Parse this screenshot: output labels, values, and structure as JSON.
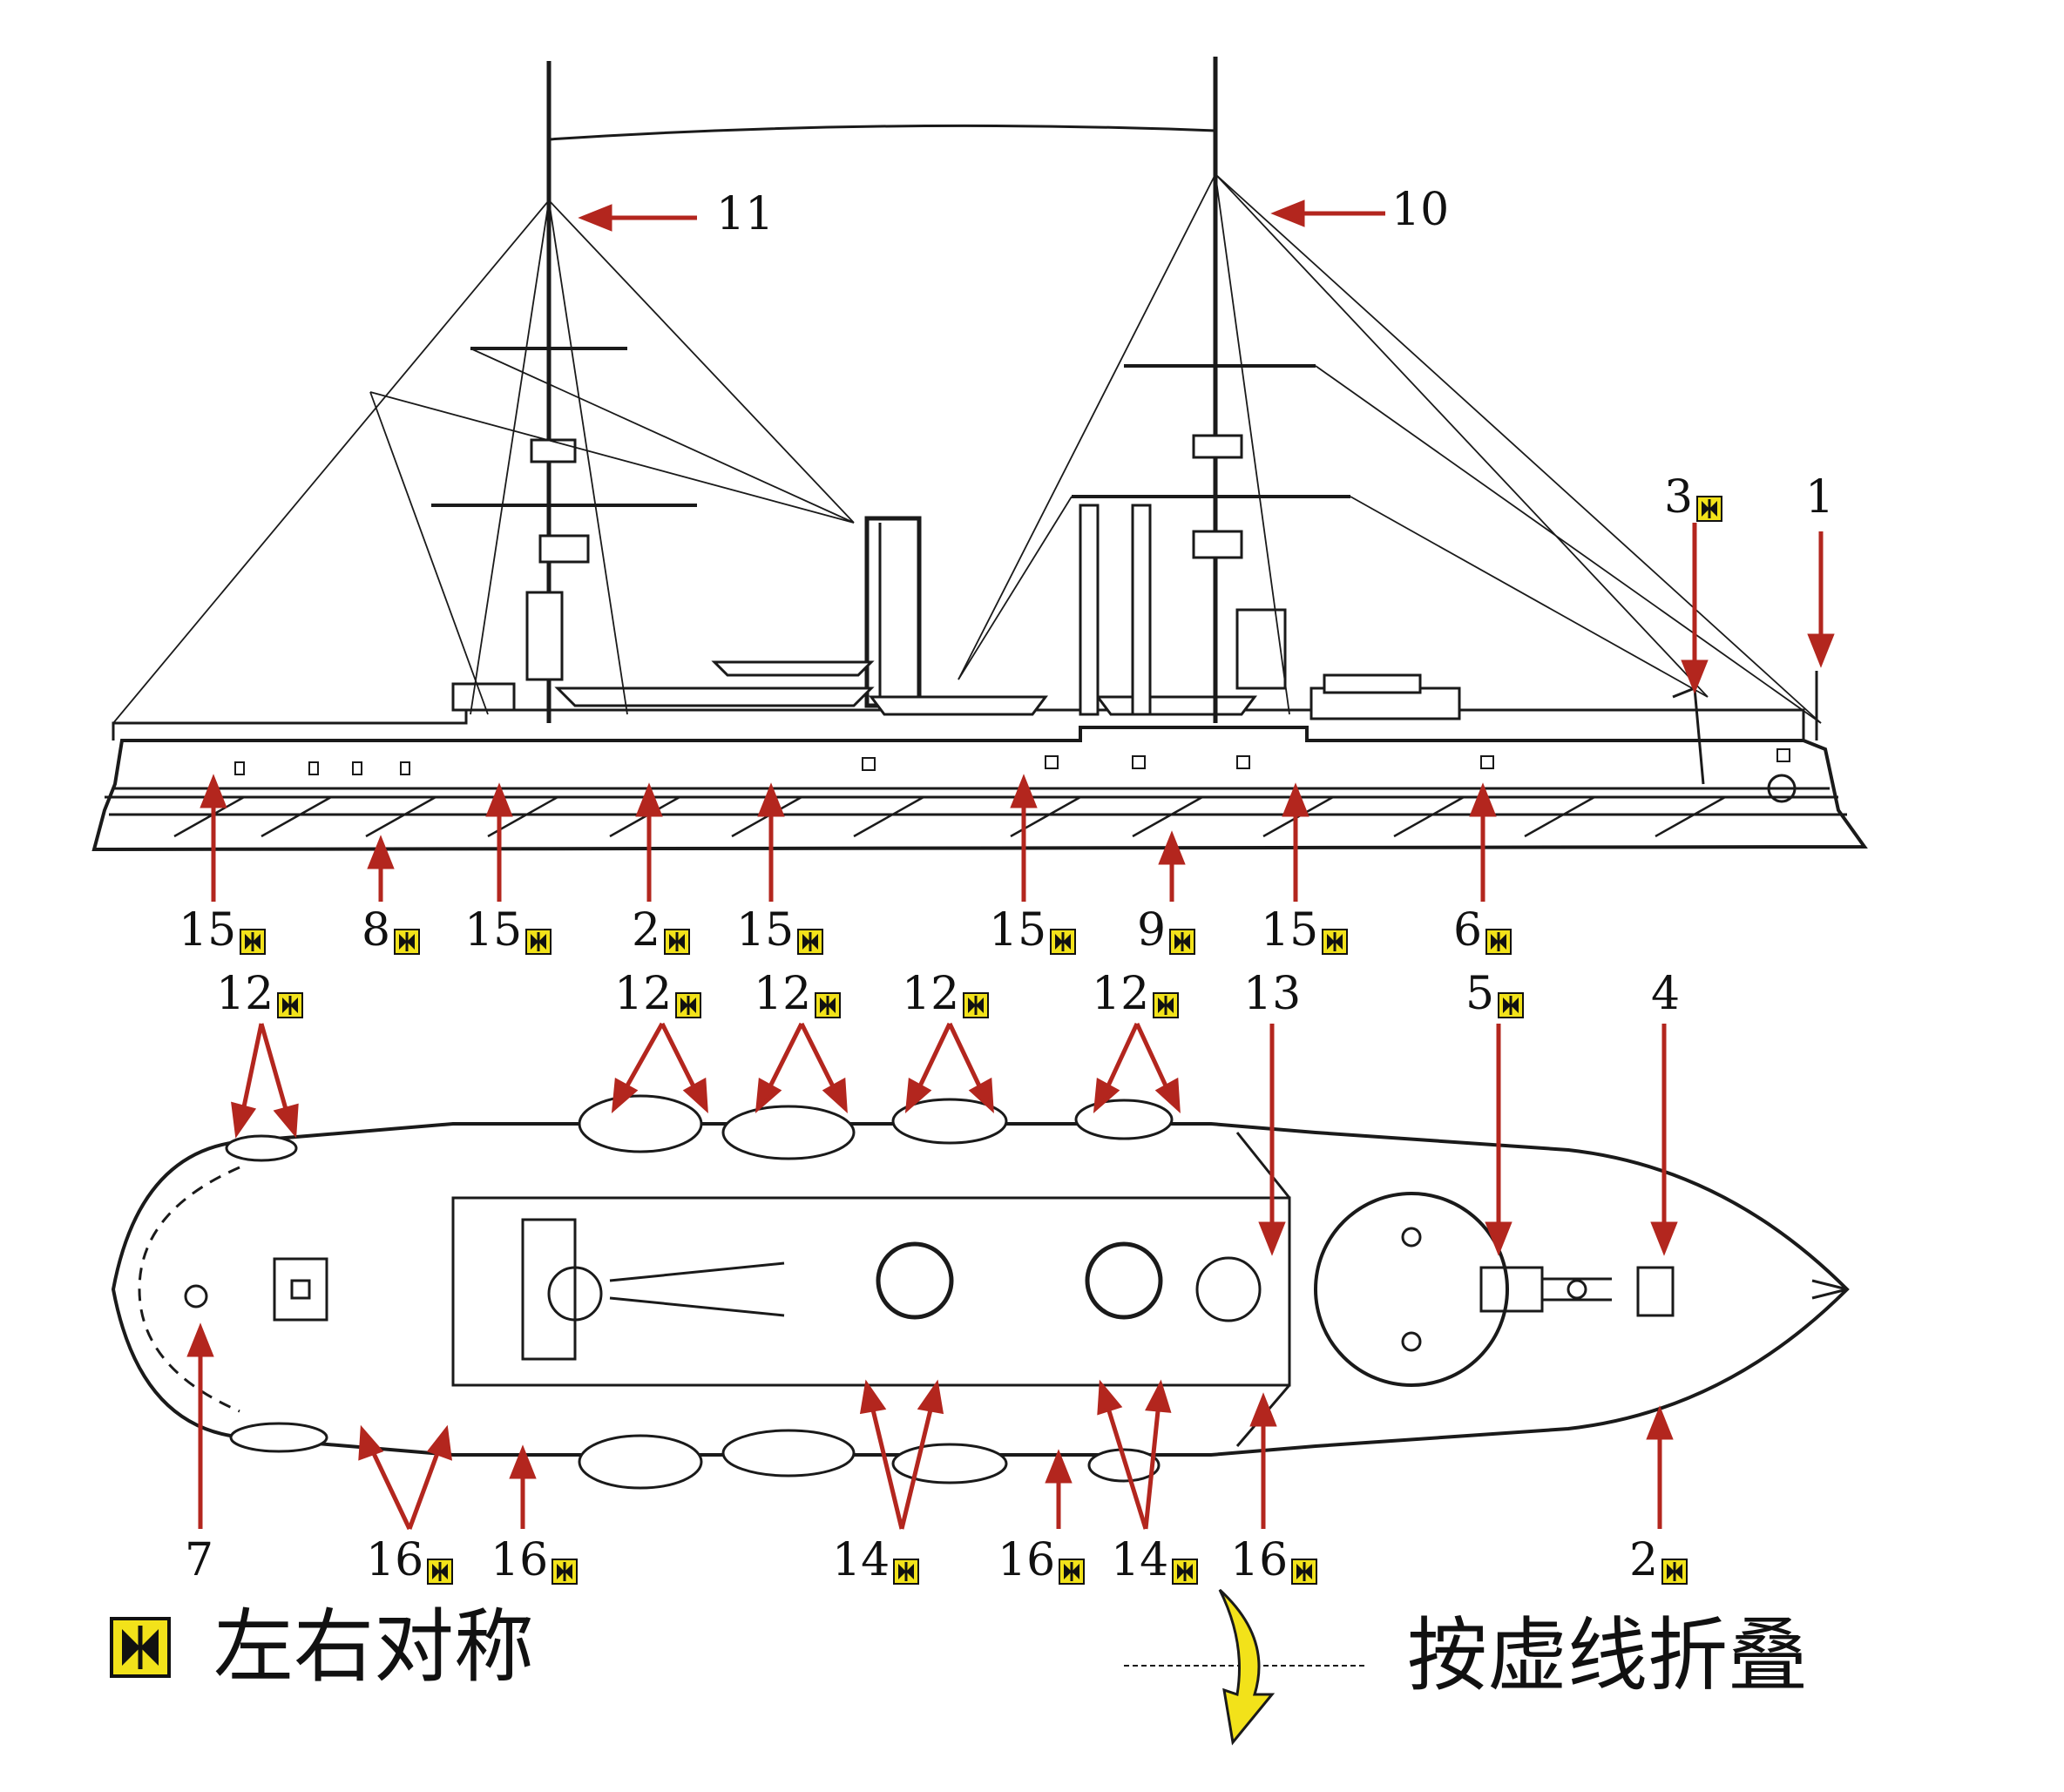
{
  "colors": {
    "arrow": "#b3261e",
    "badge_fill": "#f2e21a",
    "badge_ink": "#111111",
    "line_ink": "#1a1a1a",
    "fold_arrow": "#f2e21a"
  },
  "labels": {
    "l11": "11",
    "l10": "10",
    "l3": "3",
    "l1": "1",
    "l15a": "15",
    "l8": "8",
    "l15b": "15",
    "l2a": "2",
    "l15c": "15",
    "l15d": "15",
    "l9": "9",
    "l15e": "15",
    "l6": "6",
    "l12a": "12",
    "l12b": "12",
    "l12c": "12",
    "l12d": "12",
    "l12e": "12",
    "l13": "13",
    "l5": "5",
    "l4": "4",
    "l7": "7",
    "l16a": "16",
    "l16b": "16",
    "l14a": "14",
    "l16c": "16",
    "l14b": "14",
    "l16d": "16",
    "l2b": "2"
  },
  "legend": {
    "symmetric": "左右对称",
    "fold": "按虚线折叠"
  },
  "icons": {
    "symmetry": "symmetry-badge-icon",
    "fold": "fold-arrow-icon"
  }
}
